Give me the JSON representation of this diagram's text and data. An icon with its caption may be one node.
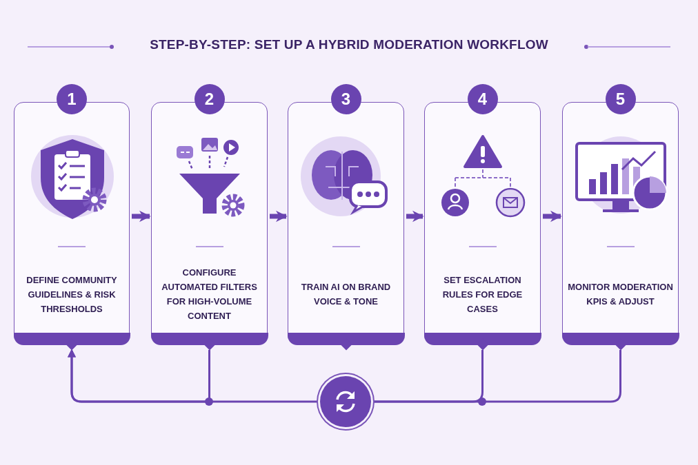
{
  "diagram": {
    "title": "STEP-BY-STEP: SET UP A HYBRID MODERATION WORKFLOW",
    "nodes": [
      {
        "text": [
          "1",
          "DEFINE COMMUNITY GUIDELINES & RISK THRESHOLDS"
        ]
      },
      {
        "text": [
          "2",
          "CONFIGURE AUTOMATED FILTERS FOR HIGH-VOLUME CONTENT"
        ]
      },
      {
        "text": [
          "3",
          "TRAIN AI ON BRAND VOICE & TONE"
        ]
      },
      {
        "text": [
          "4",
          "SET ESCALATION RULES FOR EDGE CASES"
        ]
      },
      {
        "text": [
          "5",
          "MONITOR MODERATION KPIS & ADJUST"
        ]
      },
      {
        "text": [],
        "shape": "circle"
      }
    ],
    "edges": [
      {
        "from": 0,
        "to": 1,
        "arrow": "to",
        "style": "thick"
      },
      {
        "from": 1,
        "to": 2,
        "arrow": "to",
        "style": "thick"
      },
      {
        "from": 2,
        "to": 3,
        "arrow": "to",
        "style": "thick"
      },
      {
        "from": 3,
        "to": 4,
        "arrow": "to",
        "style": "thick"
      },
      {
        "from": 4,
        "to": 5,
        "arrow": "none"
      },
      {
        "from": 3,
        "to": 5,
        "arrow": "none"
      },
      {
        "from": 5,
        "to": 0,
        "arrow": "to"
      },
      {
        "from": 1,
        "to": 0,
        "arrow": "to"
      }
    ]
  }
}
